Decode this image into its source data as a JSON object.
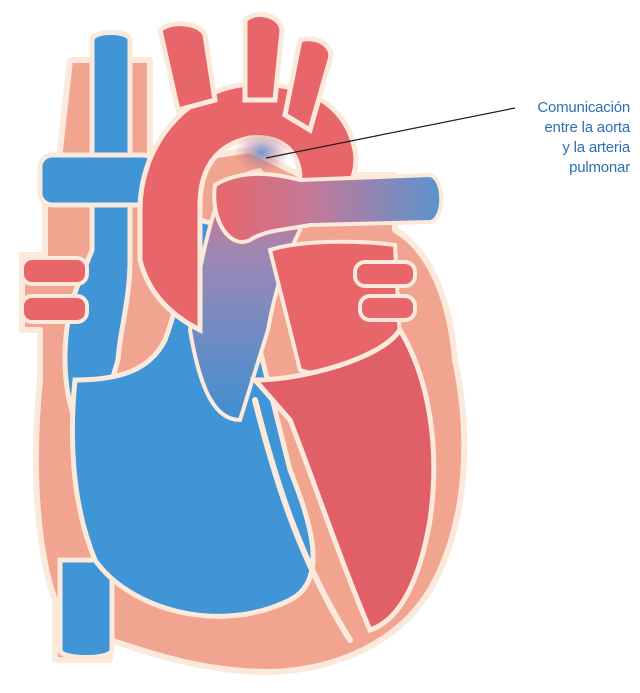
{
  "annotation": {
    "lines": [
      "Comunicación",
      "entre la aorta",
      "y la arteria",
      "pulmonar"
    ]
  },
  "colors": {
    "deoxygenated_blue": "#3f95d6",
    "oxygenated_red": "#e8666a",
    "tissue_salmon": "#f1a48f",
    "outline_cream": "#fbe9dc",
    "label_blue": "#2f6fb3",
    "leader_line": "#1d1d1d"
  }
}
